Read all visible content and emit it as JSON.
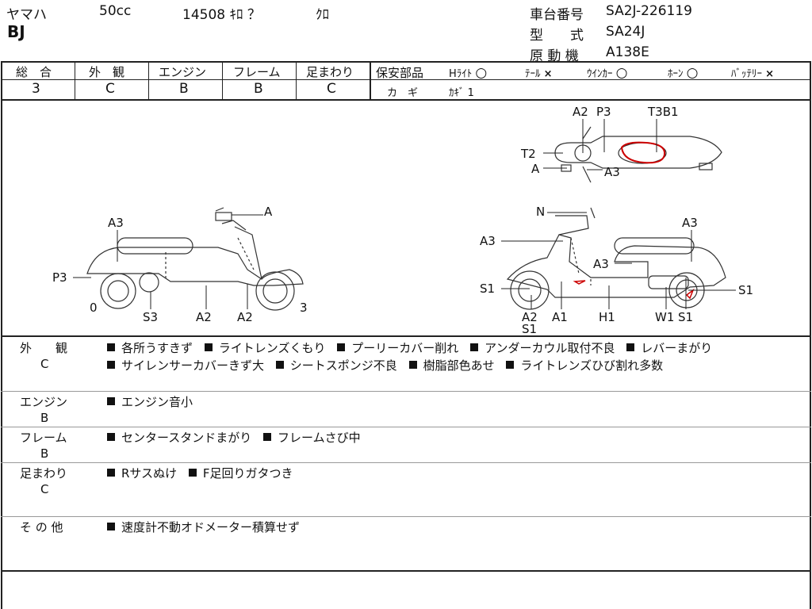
{
  "header": {
    "maker": "ヤマハ",
    "displacement": "50cc",
    "mileage": "14508 ｷﾛ ？",
    "color": "ｸﾛ",
    "model_name": "BJ",
    "frame_no_label": "車台番号",
    "frame_no": "SA2J-226119",
    "type_label": "型　　式",
    "type_value": "SA24J",
    "engine_label": "原 動 機",
    "engine_value": "A138E"
  },
  "grades": {
    "total_label": "総　合",
    "total": "3",
    "exterior_label": "外　観",
    "exterior": "C",
    "engine_label": "エンジン",
    "engine": "B",
    "frame_label": "フレーム",
    "frame": "B",
    "suspension_label": "足まわり",
    "suspension": "C"
  },
  "safety": {
    "label": "保安部品",
    "items": [
      {
        "label": "Hﾗｲﾄ",
        "status": "○"
      },
      {
        "label": "ﾃｰﾙ",
        "status": "×"
      },
      {
        "label": "ｳｲﾝｶｰ",
        "status": "○"
      },
      {
        "label": "ﾎｰﾝ",
        "status": "○"
      },
      {
        "label": "ﾊﾞｯﾃﾘｰ",
        "status": "×"
      }
    ],
    "key_label": "カ　ギ",
    "key_value": "ｶｷﾞ 1"
  },
  "diagram": {
    "top_view": {
      "a2": "A2",
      "p3": "P3",
      "t3b1": "T3B1",
      "t2": "T2",
      "a": "A",
      "a3": "A3"
    },
    "left_view": {
      "a3": "A3",
      "a": "A",
      "p3": "P3",
      "zero": "0",
      "s3": "S3",
      "a2_1": "A2",
      "a2_2": "A2",
      "three": "3"
    },
    "right_view": {
      "n": "N",
      "a3_top": "A3",
      "a3_left": "A3",
      "a3_mid": "A3",
      "s1_left": "S1",
      "s1_right": "S1",
      "a2": "A2",
      "s1_bottom": "S1",
      "a1": "A1",
      "h1": "H1",
      "w1": "W1",
      "s1_bottom2": "S1"
    }
  },
  "details": {
    "exterior": {
      "label": "外　　観",
      "grade": "C",
      "line1": [
        "各所うすきず",
        "ライトレンズくもり",
        "プーリーカバー削れ",
        "アンダーカウル取付不良",
        "レバーまがり"
      ],
      "line2": [
        "サイレンサーカバーきず大",
        "シートスポンジ不良",
        "樹脂部色あせ",
        "ライトレンズひび割れ多数"
      ]
    },
    "engine": {
      "label": "エンジン",
      "grade": "B",
      "line1": [
        "エンジン音小"
      ]
    },
    "frame": {
      "label": "フレーム",
      "grade": "B",
      "line1": [
        "センタースタンドまがり",
        "フレームさび中"
      ]
    },
    "suspension": {
      "label": "足まわり",
      "grade": "C",
      "line1": [
        "Rサスぬけ",
        "F足回りガタつき"
      ]
    },
    "other": {
      "label": "そ の 他",
      "line1": [
        "速度計不動オドメーター積算せず"
      ]
    }
  }
}
